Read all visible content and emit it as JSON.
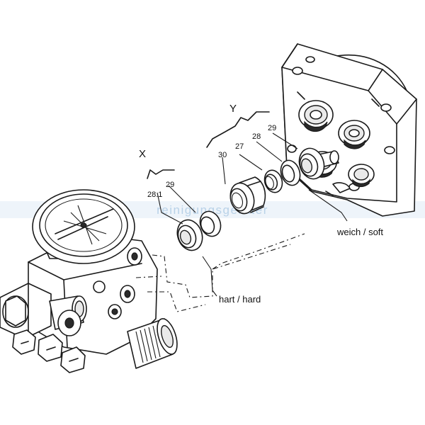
{
  "watermark": "reinigungsgerater",
  "labels": {
    "group_x": "X",
    "group_y": "Y",
    "part_28_1": "28.1",
    "part_29_x": "29",
    "part_30": "30",
    "part_27": "27",
    "part_28": "28",
    "part_29_y": "29",
    "hard": "hart / hard",
    "soft": "weich / soft"
  }
}
